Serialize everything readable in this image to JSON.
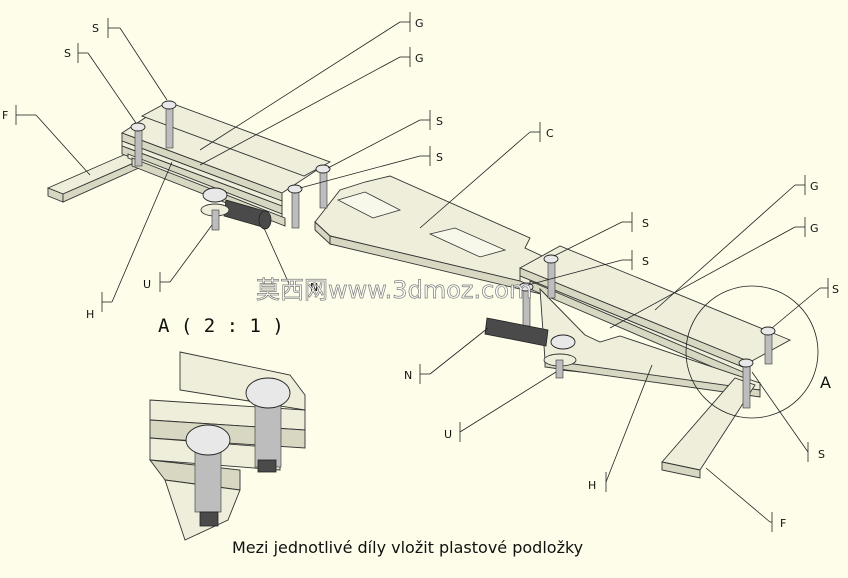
{
  "labels": {
    "s": "S",
    "g": "G",
    "f": "F",
    "c": "C",
    "h": "H",
    "u": "U",
    "n": "N"
  },
  "detail": {
    "letter": "A",
    "title": "A  ( 2 : 1 )"
  },
  "caption": "Mezi jednotlivé díly vložit plastové podložky",
  "watermark": "莫西网www.3dmoz.com"
}
